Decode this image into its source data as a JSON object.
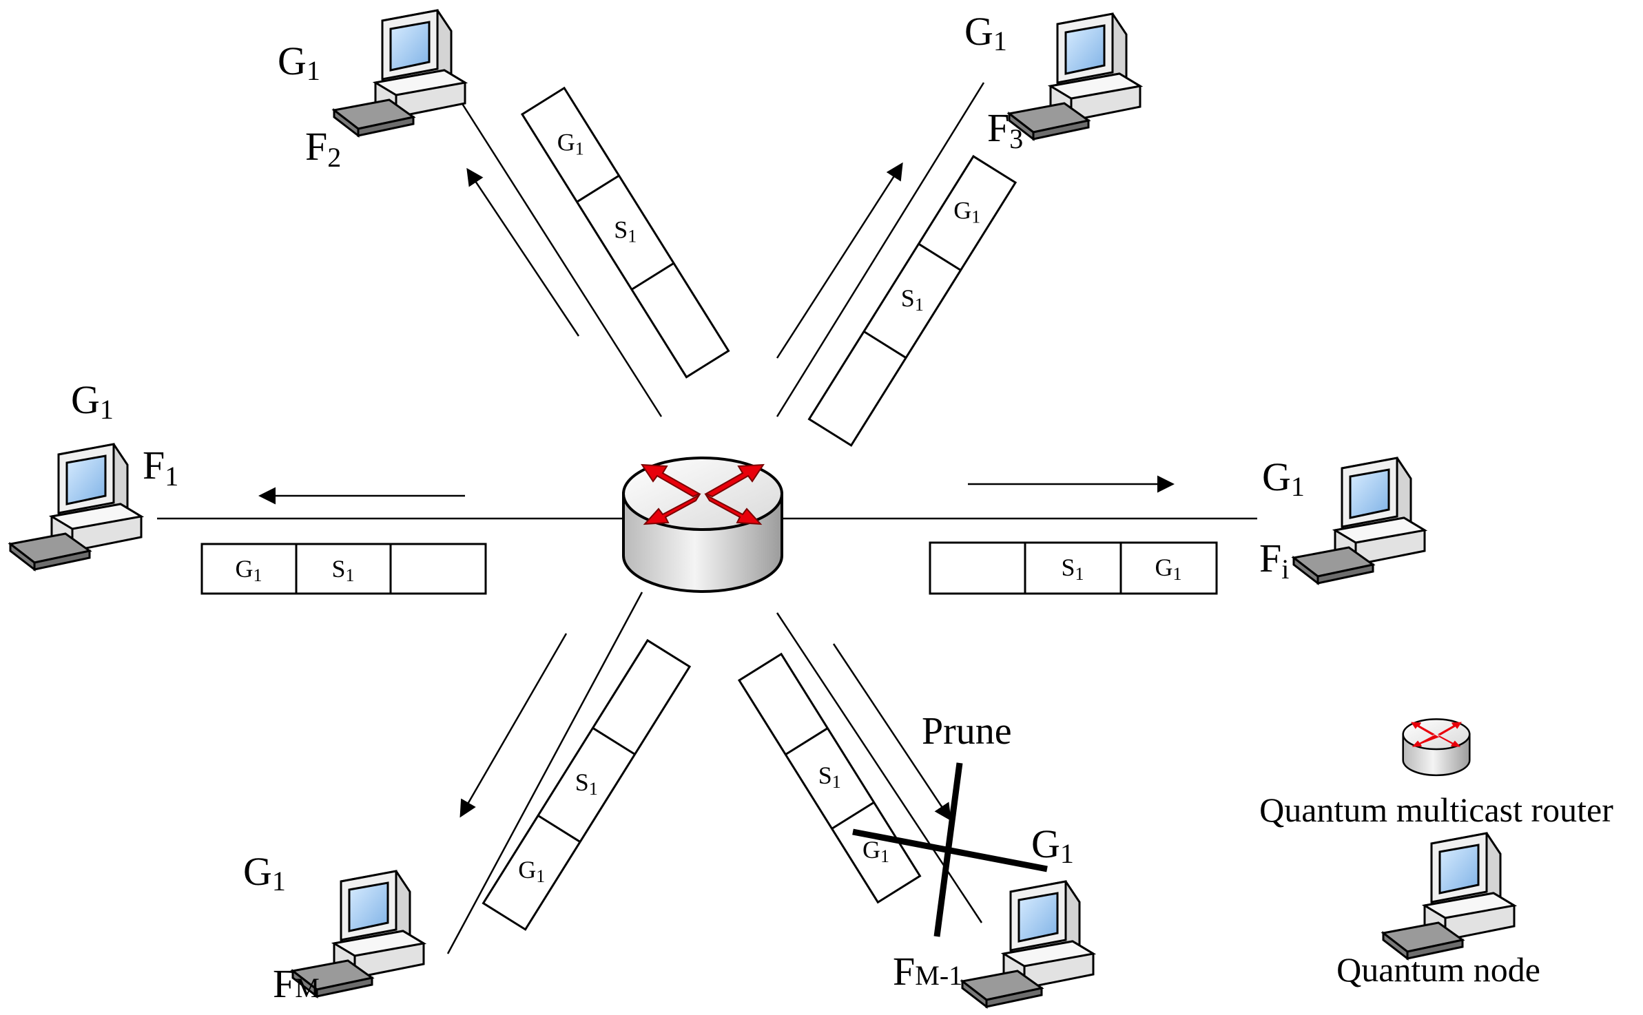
{
  "colors": {
    "stroke": "#000000",
    "router_arrow": "#e8000b",
    "background": "#ffffff"
  },
  "router": {
    "icon": "quantum-multicast-router-icon"
  },
  "nodes": [
    {
      "id": "F2",
      "group": "G",
      "group_sub": "1",
      "flow": "F",
      "flow_sub": "2",
      "icon": "computer-icon"
    },
    {
      "id": "F3",
      "group": "G",
      "group_sub": "1",
      "flow": "F",
      "flow_sub": "3",
      "icon": "computer-icon"
    },
    {
      "id": "F1",
      "group": "G",
      "group_sub": "1",
      "flow": "F",
      "flow_sub": "1",
      "icon": "computer-icon"
    },
    {
      "id": "Fi",
      "group": "G",
      "group_sub": "1",
      "flow": "F",
      "flow_sub": "i",
      "icon": "computer-icon"
    },
    {
      "id": "FM",
      "group": "G",
      "group_sub": "1",
      "flow": "F",
      "flow_sub": "M",
      "icon": "computer-icon"
    },
    {
      "id": "FM-1",
      "group": "G",
      "group_sub": "1",
      "flow": "F",
      "flow_sub": "M-1",
      "icon": "computer-icon"
    }
  ],
  "packets": [
    {
      "branch": "F2",
      "cells": [
        {
          "main": "G",
          "sub": "1"
        },
        {
          "main": "S",
          "sub": "1"
        },
        {
          "main": "",
          "sub": ""
        }
      ]
    },
    {
      "branch": "F3",
      "cells": [
        {
          "main": "G",
          "sub": "1"
        },
        {
          "main": "S",
          "sub": "1"
        },
        {
          "main": "",
          "sub": ""
        }
      ]
    },
    {
      "branch": "F1",
      "cells": [
        {
          "main": "G",
          "sub": "1"
        },
        {
          "main": "S",
          "sub": "1"
        },
        {
          "main": "",
          "sub": ""
        }
      ]
    },
    {
      "branch": "Fi",
      "cells": [
        {
          "main": "",
          "sub": ""
        },
        {
          "main": "S",
          "sub": "1"
        },
        {
          "main": "G",
          "sub": "1"
        }
      ]
    },
    {
      "branch": "FM",
      "cells": [
        {
          "main": "",
          "sub": ""
        },
        {
          "main": "S",
          "sub": "1"
        },
        {
          "main": "G",
          "sub": "1"
        }
      ]
    },
    {
      "branch": "FM-1",
      "cells": [
        {
          "main": "",
          "sub": ""
        },
        {
          "main": "S",
          "sub": "1"
        },
        {
          "main": "G",
          "sub": "1"
        }
      ]
    }
  ],
  "prune_label": "Prune",
  "legend": {
    "router_label": "Quantum multicast router",
    "node_label": "Quantum node"
  }
}
